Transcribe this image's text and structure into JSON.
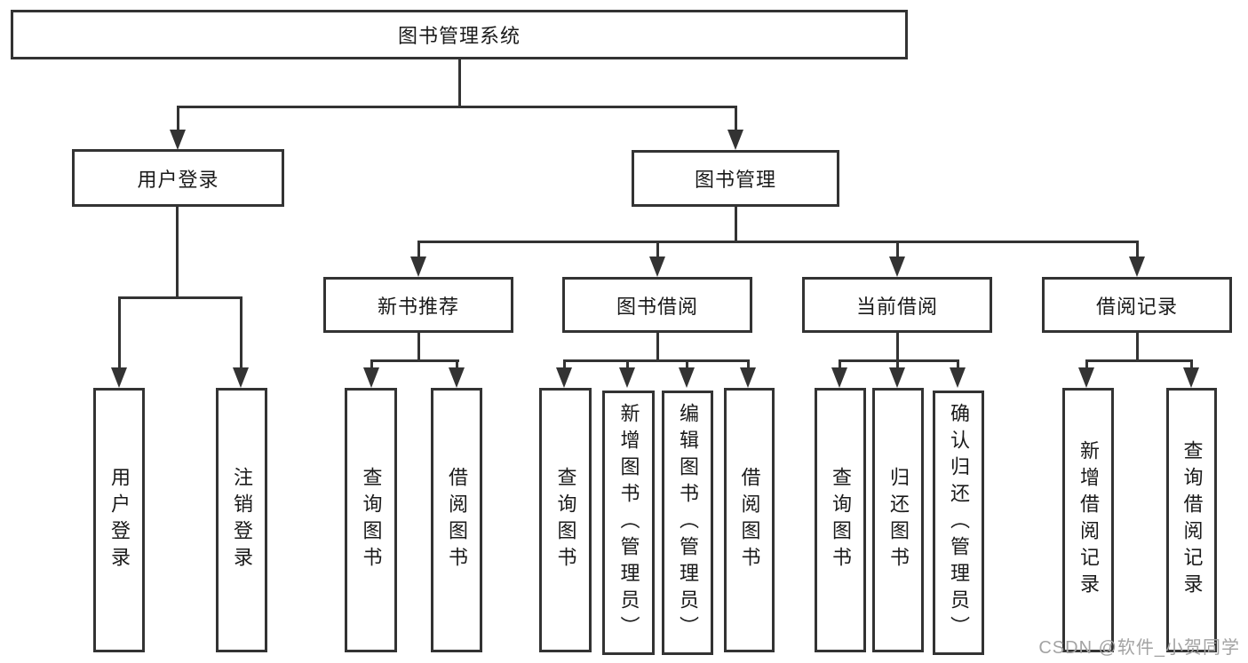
{
  "nodes": {
    "root": "图书管理系统",
    "user_login": "用户登录",
    "book_mgmt": "图书管理",
    "new_book_rec": "新书推荐",
    "book_borrow": "图书借阅",
    "current_borrow": "当前借阅",
    "borrow_record": "借阅记录",
    "ul_user_login": "用户登录",
    "ul_logout": "注销登录",
    "nb_query_book": "查询图书",
    "nb_borrow_book": "借阅图书",
    "bb_query_book": "查询图书",
    "bb_add_book": "新增图书（管理员）",
    "bb_edit_book": "编辑图书（管理员）",
    "bb_borrow_book": "借阅图书",
    "cb_query_book": "查询图书",
    "cb_return_book": "归还图书",
    "cb_confirm_return": "确认归还（管理员）",
    "br_add_record": "新增借阅记录",
    "br_query_record": "查询借阅记录"
  },
  "hierarchy": {
    "图书管理系统": {
      "用户登录": [
        "用户登录",
        "注销登录"
      ],
      "图书管理": {
        "新书推荐": [
          "查询图书",
          "借阅图书"
        ],
        "图书借阅": [
          "查询图书",
          "新增图书（管理员）",
          "编辑图书（管理员）",
          "借阅图书"
        ],
        "当前借阅": [
          "查询图书",
          "归还图书",
          "确认归还（管理员）"
        ],
        "借阅记录": [
          "新增借阅记录",
          "查询借阅记录"
        ]
      }
    }
  },
  "watermark": {
    "text": "CSDN @软件_小贺同学"
  },
  "colors": {
    "line": "#333333",
    "text": "#1a1a1a",
    "watermark": "#a3a3a3",
    "background": "#ffffff"
  }
}
